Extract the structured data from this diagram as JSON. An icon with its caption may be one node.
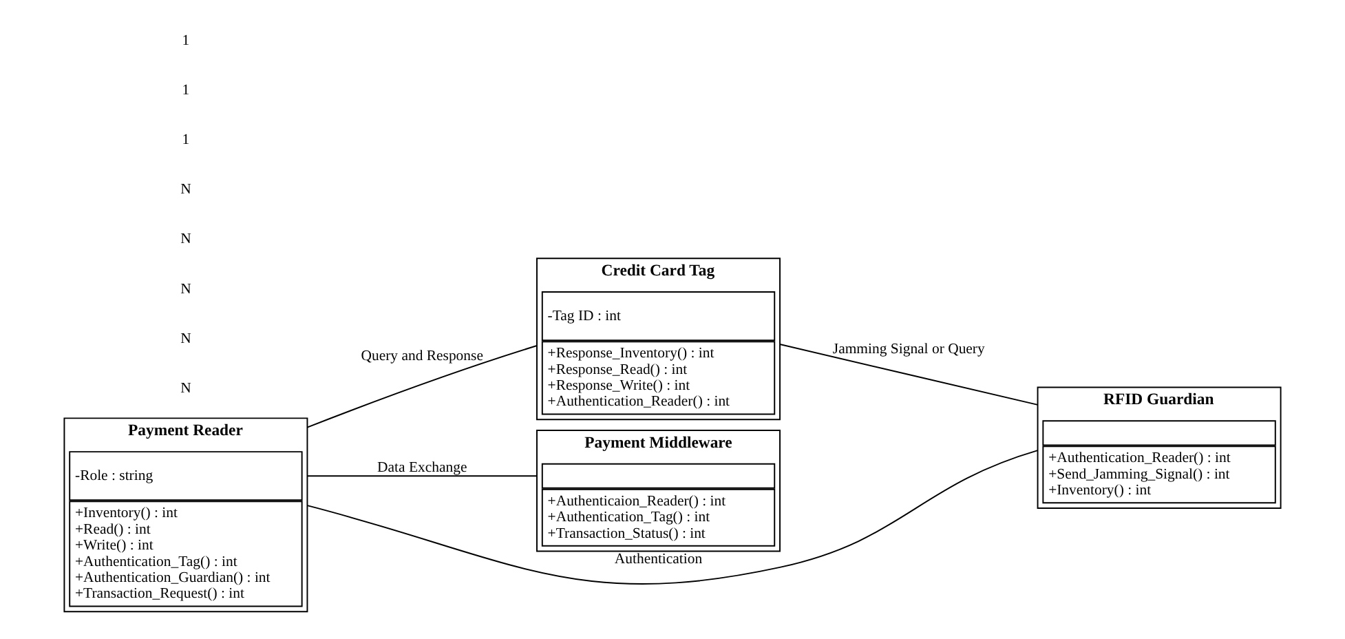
{
  "diagram": {
    "nodes": [
      {
        "text": [
          "Payment Reader"
        ]
      },
      {
        "text": [
          "-Role : string"
        ],
        "in": 0
      },
      {
        "text": [
          "+Inventory() : int",
          "+Read() : int",
          "+Write() : int",
          "+Authentication_Tag() : int",
          "+Authentication_Guardian() : int",
          "+Transaction_Request() : int"
        ],
        "in": 0
      },
      {
        "text": [
          "Credit Card Tag"
        ]
      },
      {
        "text": [
          "-Tag ID : int"
        ],
        "in": 3
      },
      {
        "text": [
          "+Response_Inventory() : int",
          "+Response_Read() : int",
          "+Response_Write() : int",
          "+Authentication_Reader() : int"
        ],
        "in": 3
      },
      {
        "text": [
          "Payment Middleware"
        ]
      },
      {
        "text": [],
        "shape": "box",
        "in": 6
      },
      {
        "text": [
          "+Authenticaion_Reader() : int",
          "+Authentication_Tag() : int",
          "+Transaction_Status() : int"
        ],
        "in": 6
      },
      {
        "text": [
          "RFID Guardian"
        ]
      },
      {
        "text": [],
        "shape": "box",
        "in": 9
      },
      {
        "text": [
          "+Authentication_Reader() : int",
          "+Send_Jamming_Signal() : int",
          "+Inventory() : int"
        ],
        "in": 9
      }
    ],
    "edges": [
      {
        "from": 0,
        "to": 3,
        "arrow": "none",
        "label": "Query and Response"
      },
      {
        "from": 0,
        "to": 6,
        "arrow": "none",
        "label": "Data Exchange"
      },
      {
        "from": 0,
        "to": 9,
        "arrow": "none",
        "label": "Authentication"
      },
      {
        "from": 3,
        "to": 9,
        "arrow": "none",
        "label": "Jamming Signal or Query"
      }
    ],
    "labels": [
      "N",
      "N",
      "N",
      "N",
      "N",
      "1",
      "1",
      "1"
    ]
  }
}
